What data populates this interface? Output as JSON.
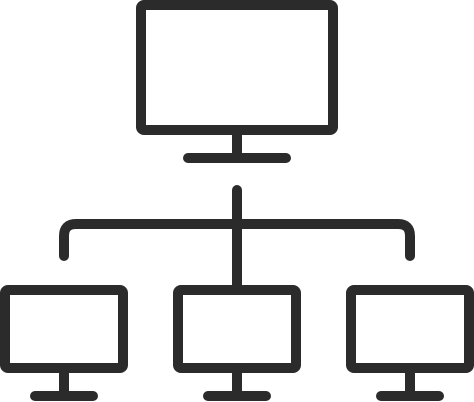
{
  "diagram": {
    "icon": "network-topology-icon",
    "stroke_color": "#2b2b2b",
    "background_color": "#ffffff",
    "nodes": [
      {
        "id": "server",
        "icon": "monitor-icon",
        "role": "parent"
      },
      {
        "id": "client-left",
        "icon": "monitor-icon",
        "role": "child"
      },
      {
        "id": "client-center",
        "icon": "monitor-icon",
        "role": "child"
      },
      {
        "id": "client-right",
        "icon": "monitor-icon",
        "role": "child"
      }
    ]
  }
}
